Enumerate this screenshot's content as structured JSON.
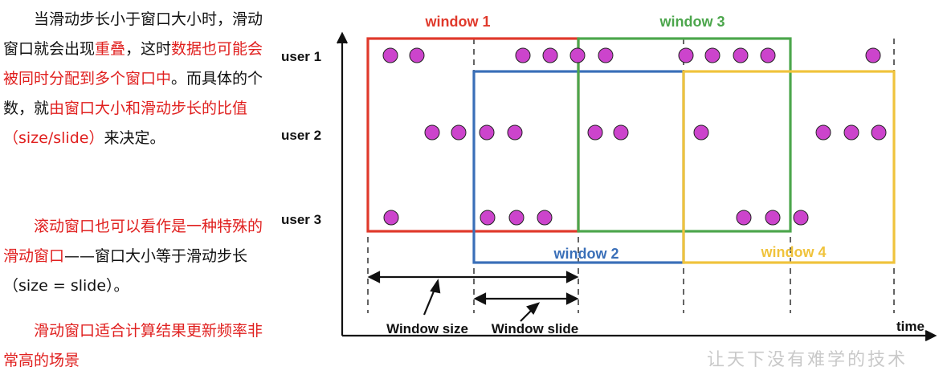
{
  "text": {
    "p1": [
      {
        "t": "　　当滑动步长小于窗口大小时，滑动窗口就会出现",
        "c": "n"
      },
      {
        "t": "重叠",
        "c": "r"
      },
      {
        "t": "，这时",
        "c": "n"
      },
      {
        "t": "数据也可能会被同时分配到多个窗口中",
        "c": "r"
      },
      {
        "t": "。而具体的个数，就",
        "c": "n"
      },
      {
        "t": "由窗口大小和滑动步长的比值（size/slide）",
        "c": "r"
      },
      {
        "t": "来决定。",
        "c": "n"
      }
    ],
    "p2": [
      {
        "t": "　　滚动窗口也可以看作是一种特殊的滑动窗口",
        "c": "r"
      },
      {
        "t": "——窗口大小等于滑动步长（size = slide）。",
        "c": "n"
      }
    ],
    "p3": [
      {
        "t": "　　滑动窗口适合计算结果更新频率非常高的场景",
        "c": "r"
      }
    ]
  },
  "diagram": {
    "users": [
      "user 1",
      "user 2",
      "user 3"
    ],
    "windows": [
      {
        "label": "window 1",
        "color": "#e0392b"
      },
      {
        "label": "window 2",
        "color": "#3a6fb8"
      },
      {
        "label": "window 3",
        "color": "#4ca64c"
      },
      {
        "label": "window 4",
        "color": "#f0c33c"
      }
    ],
    "labels": {
      "window_size": "Window size",
      "window_slide": "Window slide",
      "time": "time"
    },
    "dot_color": "#cc44cc",
    "watermark": "让天下没有难学的技术"
  }
}
